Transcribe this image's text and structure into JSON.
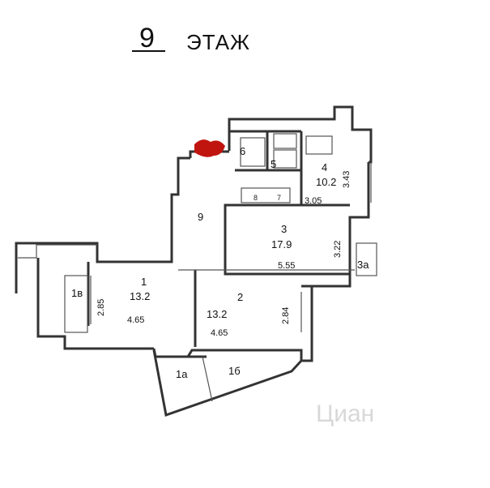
{
  "title": {
    "number": "9",
    "label": "ЭТАЖ"
  },
  "rooms": {
    "r1": {
      "num": "1",
      "area": "13.2",
      "w": "4.65",
      "h": "2.85"
    },
    "r2": {
      "num": "2",
      "area": "13.2",
      "w": "4.65",
      "h": "2.84"
    },
    "r3": {
      "num": "3",
      "area": "17.9",
      "w": "5.55",
      "h": "3.22"
    },
    "r4": {
      "num": "4",
      "area": "10.2",
      "w": "3.05",
      "h": "3.43"
    },
    "r5": {
      "num": "5"
    },
    "r6": {
      "num": "6"
    },
    "r7": {
      "num": "7"
    },
    "r8": {
      "num": "8"
    },
    "r9": {
      "num": "9"
    },
    "r1a": {
      "num": "1а"
    },
    "r1b": {
      "num": "1б"
    },
    "r1v": {
      "num": "1в"
    },
    "r3a": {
      "num": "3а"
    }
  },
  "watermark": "Циан",
  "colors": {
    "wall": "#333333",
    "marker": "#c0150f",
    "watermark": "#d8d8d8"
  }
}
